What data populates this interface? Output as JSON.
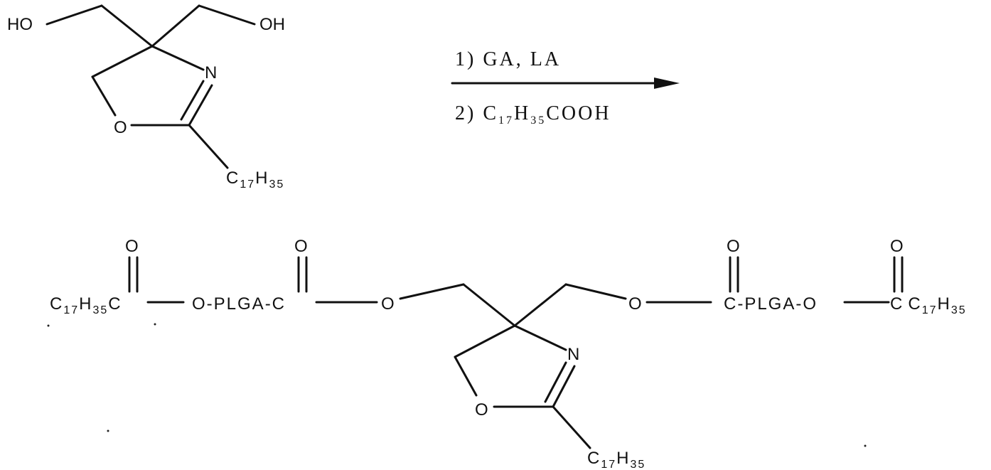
{
  "reactant": {
    "left_hydroxyl": "HO",
    "right_hydroxyl": "OH",
    "ring_nitrogen": "N",
    "ring_oxygen": "O",
    "alkyl_chain": {
      "c": "C",
      "c_count": "17",
      "h": "H",
      "h_count": "35"
    }
  },
  "conditions": {
    "step1": "1) GA, LA",
    "step2_prefix": "2) C",
    "step2_c_count": "17",
    "step2_h": "H",
    "step2_h_count": "35",
    "step2_suffix": "COOH"
  },
  "product": {
    "carbonyl_oxygen": "O",
    "left_chain": {
      "c": "C",
      "c_count": "17",
      "h": "H",
      "h_count": "35",
      "carbonyl_c": "C"
    },
    "left_linker_text": "O-PLGA-C",
    "left_ester_oxygen": "O",
    "right_ester_oxygen": "O",
    "right_linker_text": "C-PLGA-O",
    "right_chain": {
      "carbonyl_c": "C",
      "c": "C",
      "c_count": "17",
      "h": "H",
      "h_count": "35"
    },
    "ring_nitrogen": "N",
    "ring_oxygen": "O",
    "alkyl_chain": {
      "c": "C",
      "c_count": "17",
      "h": "H",
      "h_count": "35"
    }
  }
}
